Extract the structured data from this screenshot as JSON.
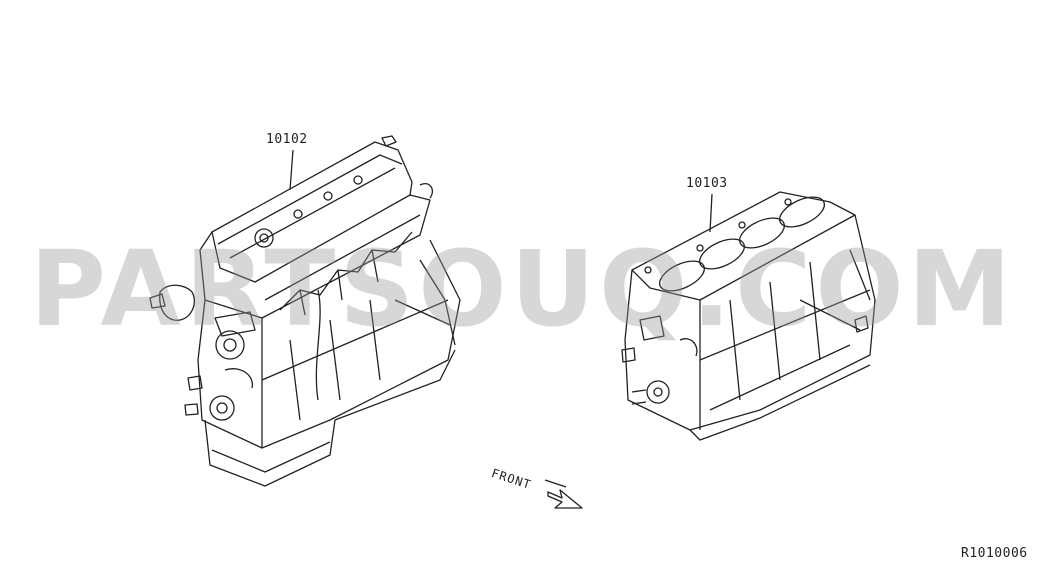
{
  "parts": [
    {
      "number": "10102"
    },
    {
      "number": "10103"
    }
  ],
  "direction_label": "FRONT",
  "reference": "R1010006",
  "watermark": "PARTSOUQ.COM",
  "colors": {
    "line": "#222222",
    "watermark": "#969696"
  }
}
